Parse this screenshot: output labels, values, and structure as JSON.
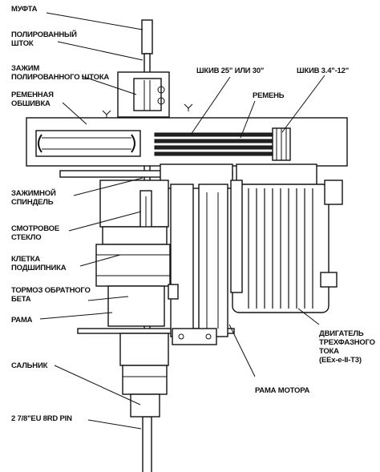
{
  "labels": {
    "mufta": "МУФТА",
    "polished_rod": "ПОЛИРОВАННЫЙ\nШТОК",
    "rod_clamp": "ЗАЖИМ\nПОЛИРОВАННОГО ШТОКА",
    "belt_guard": "РЕМЕННАЯ\nОБШИВКА",
    "sheave_drive": "ШКИВ 25\" ИЛИ 30\"",
    "belt": "РЕМЕНЬ",
    "sheave_motor": "ШКИВ 3.4\"-12\"",
    "clamp_spindle": "ЗАЖИМНОЙ\nСПИНДЕЛЬ",
    "sight_glass": "СМОТРОВОЕ\nСТЕКЛО",
    "bearing_cage": "КЛЕТКА\nПОДШИПНИКА",
    "backspin_brake": "ТОРМОЗ ОБРАТНОГО\nБЕТА",
    "frame": "РАМА",
    "stuffing_box": "САЛЬНИК",
    "pin": "2 7/8\"EU 8RD PIN",
    "motor_frame": "РАМА МОТОРА",
    "motor": "ДВИГАТЕЛЬ\nТРЕХФАЗНОГО\nТОКА\n(EEx-e-II-T3)"
  }
}
